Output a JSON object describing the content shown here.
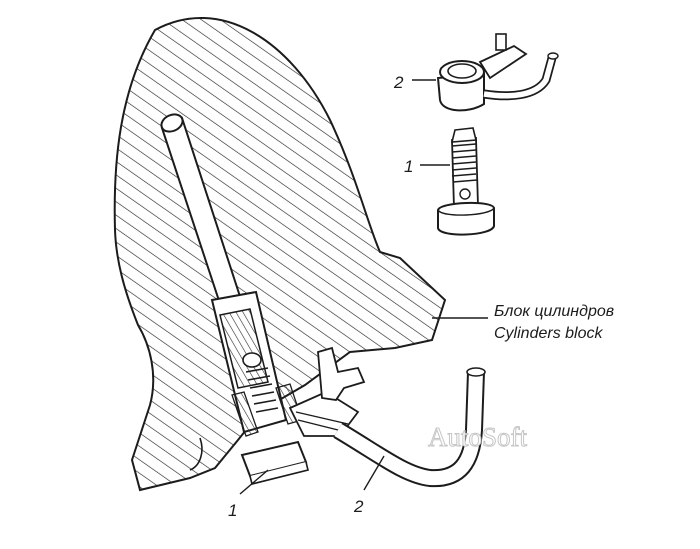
{
  "labels": {
    "part1_detail": "1",
    "part2_detail": "2",
    "part1_assembly": "1",
    "part2_assembly": "2"
  },
  "callout": {
    "line_ru": "Блок цилиндров",
    "line_en": "Cylinders block"
  },
  "watermark": "AutoSoft",
  "colors": {
    "ink": "#1c1c1c",
    "paper": "#ffffff",
    "hatch": "#2a2a2a",
    "watermark": "#c6c6c6"
  }
}
